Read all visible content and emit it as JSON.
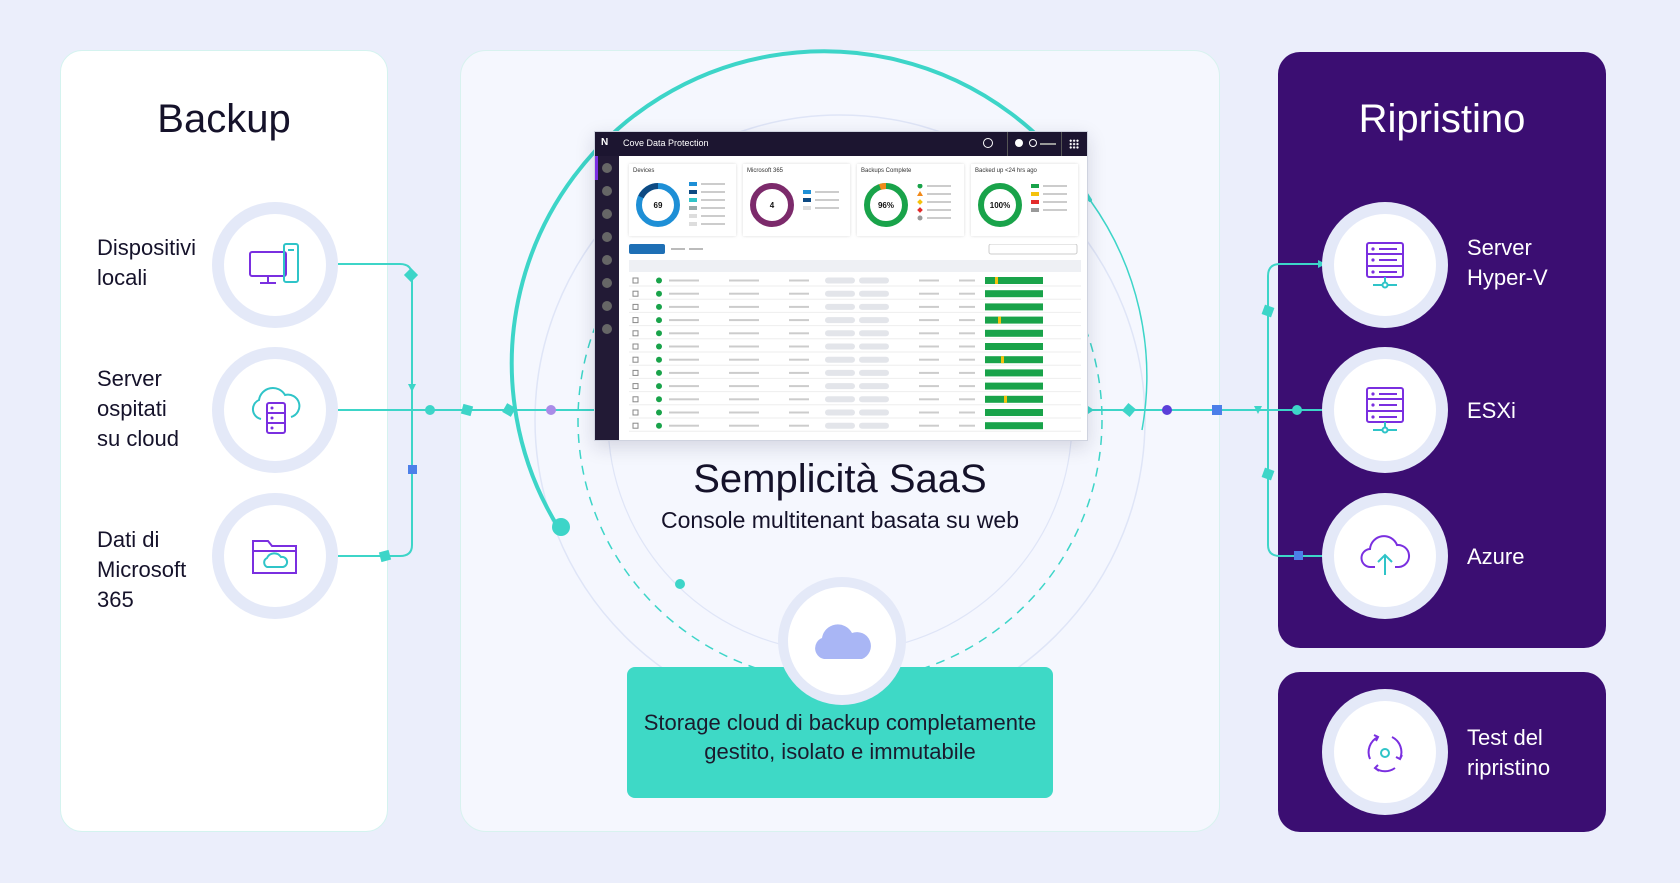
{
  "backup": {
    "title": "Backup",
    "items": [
      {
        "line1": "Dispositivi",
        "line2": "locali",
        "line3": "",
        "icon": "desktop-monitor-icon"
      },
      {
        "line1": "Server",
        "line2": "ospitati",
        "line3": "su cloud",
        "icon": "cloud-server-icon"
      },
      {
        "line1": "Dati di",
        "line2": "Microsoft",
        "line3": "365",
        "icon": "cloud-folder-icon"
      }
    ]
  },
  "center": {
    "title": "Semplicità SaaS",
    "subtitle": "Console multitenant basata su web",
    "console": {
      "app_title": "Cove Data Protection",
      "cards": [
        {
          "title": "Devices",
          "value": "69"
        },
        {
          "title": "Microsoft 365",
          "value": "4"
        },
        {
          "title": "Backups Complete",
          "value": "96%"
        },
        {
          "title": "Backed up <24 hrs ago",
          "value": "100%"
        }
      ]
    },
    "storage": {
      "line1": "Storage cloud di backup completamente",
      "line2": "gestito, isolato e immutabile",
      "icon": "cloud-icon"
    }
  },
  "restore": {
    "title": "Ripristino",
    "items": [
      {
        "line1": "Server",
        "line2": "Hyper-V",
        "icon": "server-rack-icon"
      },
      {
        "line1": "ESXi",
        "line2": "",
        "icon": "server-rack-icon"
      },
      {
        "line1": "Azure",
        "line2": "",
        "icon": "cloud-upload-icon"
      }
    ],
    "test": {
      "line1": "Test del",
      "line2": "ripristino",
      "icon": "restore-cycle-icon"
    }
  },
  "colors": {
    "background": "#EBEEFB",
    "restore_panel": "#3B0E72",
    "accent_teal": "#3ED9C6",
    "icon_purple": "#7A2FE0",
    "icon_teal": "#2FC4C8",
    "connector": "#3DD5C8"
  }
}
